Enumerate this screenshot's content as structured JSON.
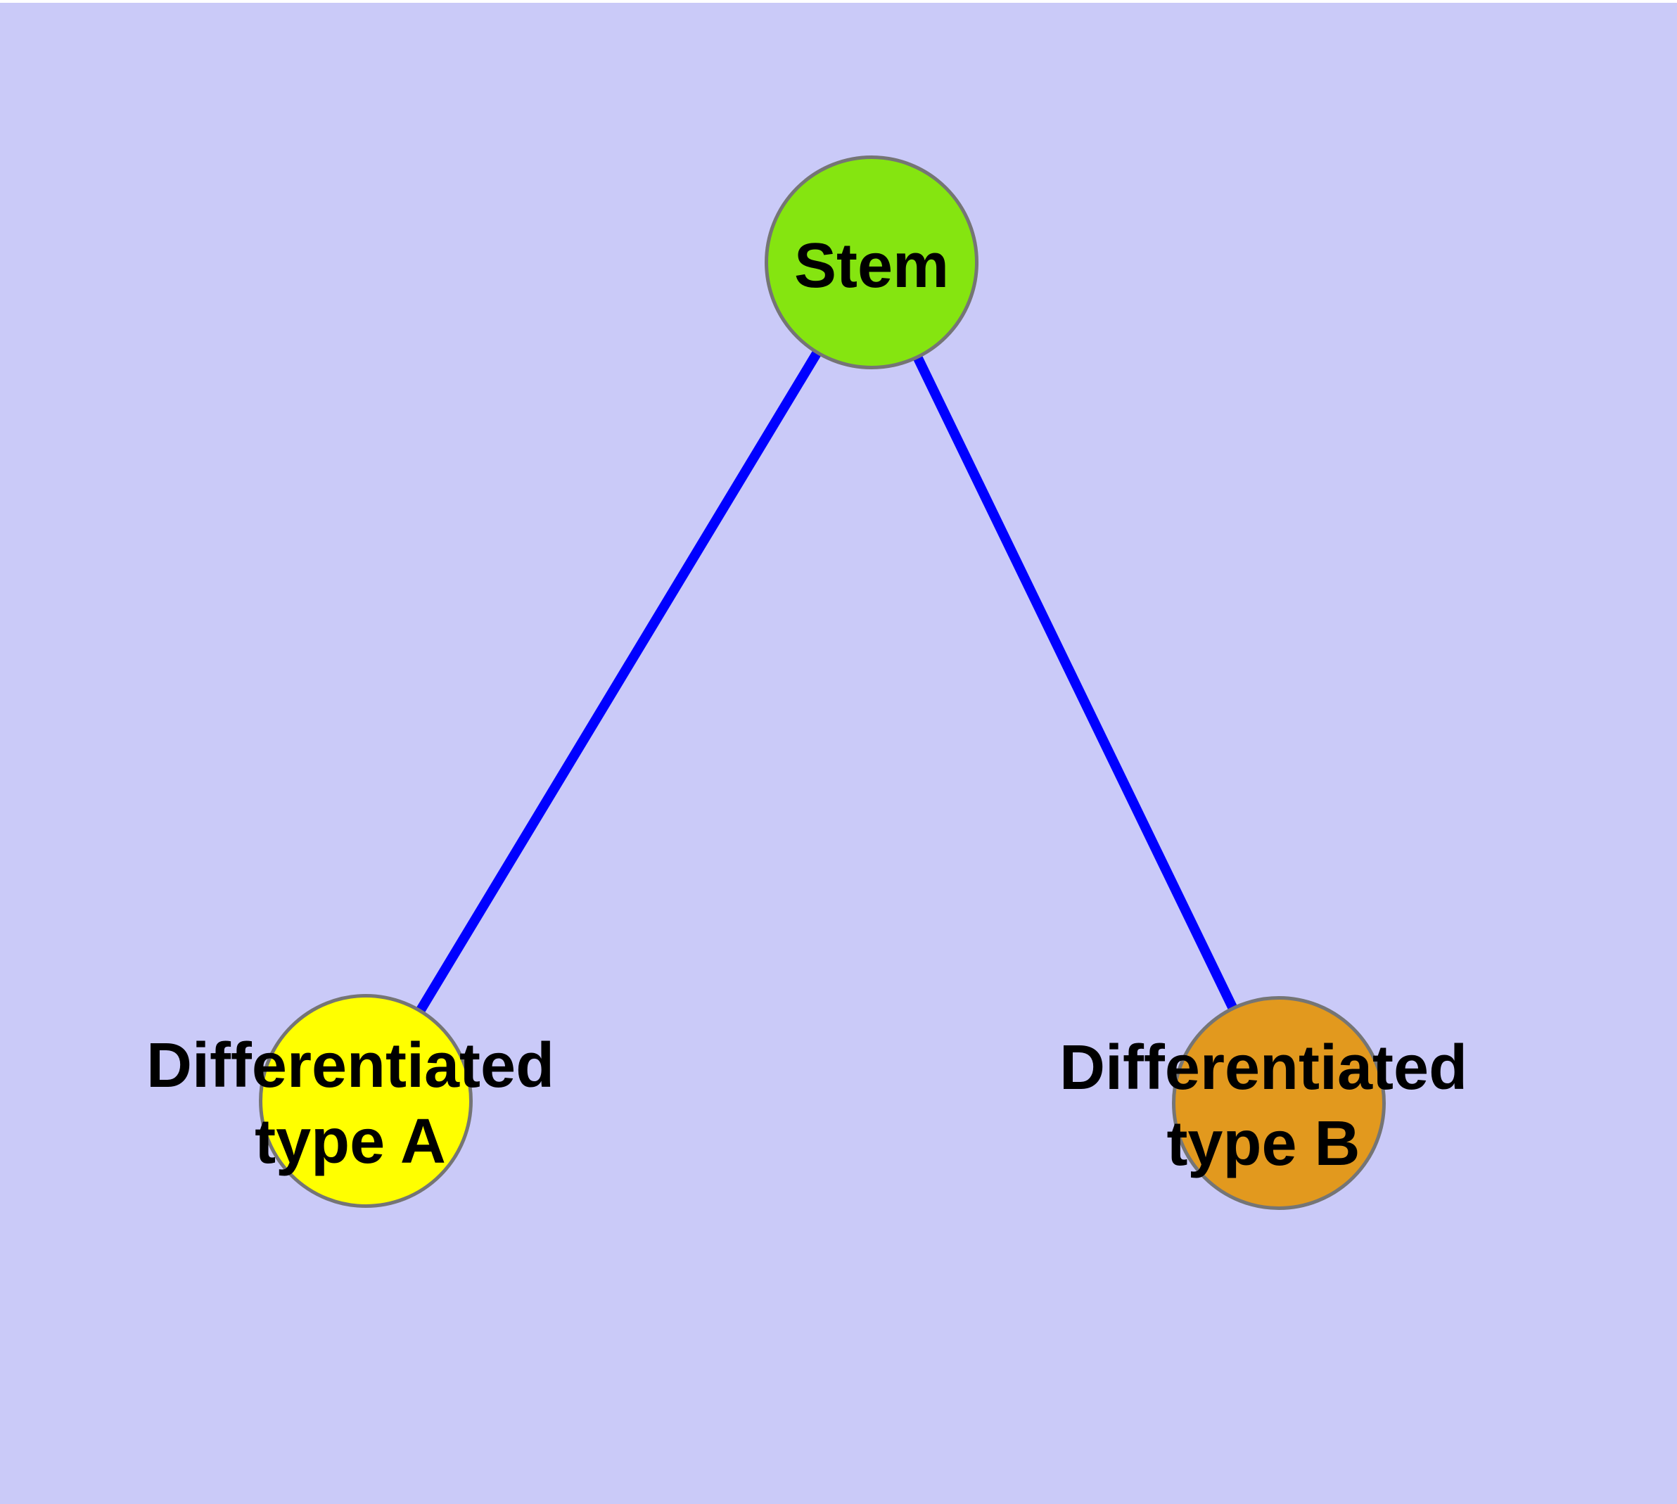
{
  "canvas": {
    "background": "#cacaf8",
    "top_strip_color": "#ffffff"
  },
  "diagram": {
    "type": "graph",
    "description": "Stem cell differentiation diagram: one stem node connected by two edges to two differentiated cell-type nodes",
    "nodes": [
      {
        "id": "stem",
        "label": "Stem",
        "fill": "#85e510",
        "border": "#757575",
        "text_color": "#000000"
      },
      {
        "id": "type-a",
        "label_line1": "Differentiated",
        "label_line2": "type A",
        "fill": "#ffff00",
        "border": "#757575",
        "text_color": "#000000"
      },
      {
        "id": "type-b",
        "label_line1": "Differentiated",
        "label_line2": "type B",
        "fill": "#e2991e",
        "border": "#757575",
        "text_color": "#000000"
      }
    ],
    "edges": [
      {
        "from": "stem",
        "to": "type-a",
        "color": "#0000ff"
      },
      {
        "from": "stem",
        "to": "type-b",
        "color": "#0000ff"
      }
    ]
  }
}
